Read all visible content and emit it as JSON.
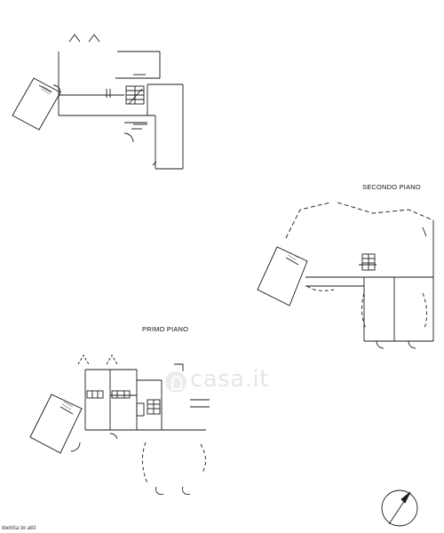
{
  "labels": {
    "primo_piano": "PRIMO PIANO",
    "secondo_piano": "SECONDO PIANO",
    "footer_note": "metria in atti"
  },
  "watermark": {
    "text": "casa.it"
  },
  "colors": {
    "line": "#1a1a1a",
    "roof_hatch": "#444444",
    "background": "#ffffff",
    "watermark": "#e6e6e6"
  },
  "icons": {
    "north_arrow": "compass-north-icon"
  }
}
